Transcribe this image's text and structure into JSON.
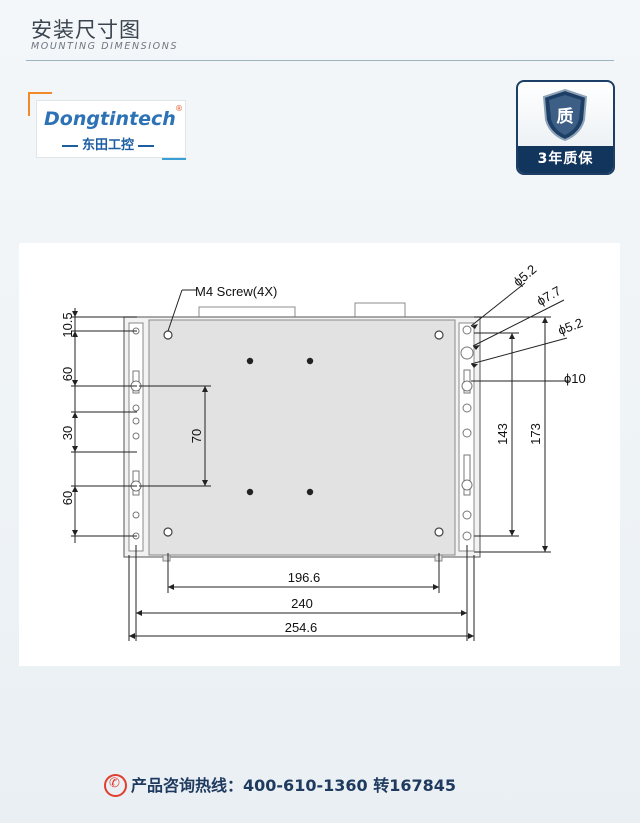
{
  "header": {
    "title": "安装尺寸图",
    "subtitle": "MOUNTING DIMENSIONS"
  },
  "logo": {
    "brand": "Dongtintech",
    "registered": "®",
    "chinese": "东田工控"
  },
  "badge": {
    "icon_char": "质",
    "label": "3年质保"
  },
  "diagram": {
    "screw_label": "M4 Screw(4X)",
    "left_dims": [
      "10.5",
      "60",
      "30",
      "60"
    ],
    "inner_dim": "70",
    "right_dims": [
      "143",
      "173"
    ],
    "hole_labels": [
      "ϕ5.2",
      "ϕ7.7",
      "ϕ5.2",
      "ϕ10"
    ],
    "bottom_dims": [
      "196.6",
      "240",
      "254.6"
    ]
  },
  "footer": {
    "hotline_label": "产品咨询热线：",
    "phone": "400-610-1360",
    "ext": "转167845"
  },
  "colors": {
    "accent": "#12355e",
    "brand": "#2c72b5",
    "logo_orange": "#f08a2a",
    "hotline_icon": "#e03e2f"
  }
}
